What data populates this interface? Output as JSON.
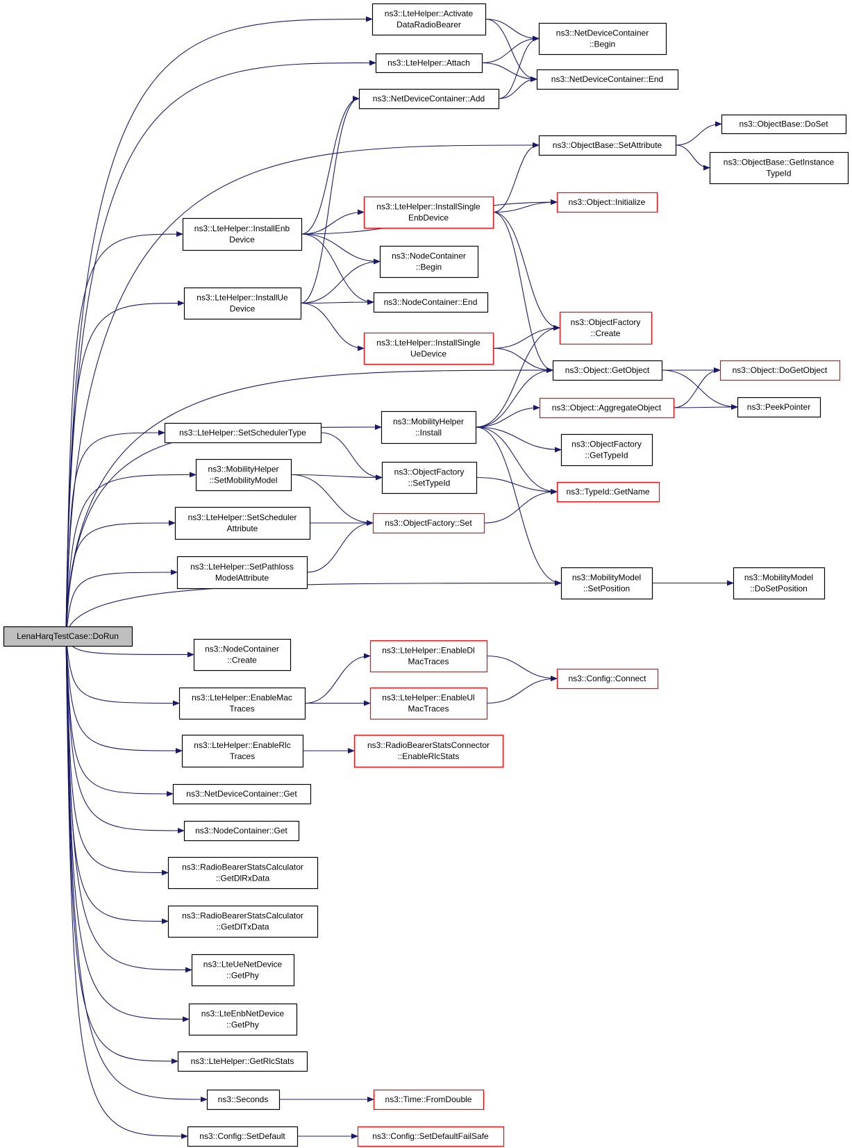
{
  "graph": {
    "edge_color": "#191970",
    "nodes": [
      {
        "id": "root",
        "lines": [
          "LenaHarqTestCase::DoRun"
        ],
        "style": "root"
      },
      {
        "id": "activate",
        "lines": [
          "ns3::LteHelper::Activate",
          "DataRadioBearer"
        ],
        "style": "normal"
      },
      {
        "id": "attach",
        "lines": [
          "ns3::LteHelper::Attach"
        ],
        "style": "normal"
      },
      {
        "id": "ndcAdd",
        "lines": [
          "ns3::NetDeviceContainer::Add"
        ],
        "style": "normal"
      },
      {
        "id": "ndcBegin",
        "lines": [
          "ns3::NetDeviceContainer",
          "::Begin"
        ],
        "style": "normal"
      },
      {
        "id": "ndcEnd",
        "lines": [
          "ns3::NetDeviceContainer::End"
        ],
        "style": "normal"
      },
      {
        "id": "obDoSet",
        "lines": [
          "ns3::ObjectBase::DoSet"
        ],
        "style": "normal"
      },
      {
        "id": "obSetAttr",
        "lines": [
          "ns3::ObjectBase::SetAttribute"
        ],
        "style": "normal"
      },
      {
        "id": "obGetInst",
        "lines": [
          "ns3::ObjectBase::GetInstance",
          "TypeId"
        ],
        "style": "normal"
      },
      {
        "id": "objInit",
        "lines": [
          "ns3::Object::Initialize"
        ],
        "style": "red"
      },
      {
        "id": "instSingleEnb",
        "lines": [
          "ns3::LteHelper::InstallSingle",
          "EnbDevice"
        ],
        "style": "red"
      },
      {
        "id": "instEnb",
        "lines": [
          "ns3::LteHelper::InstallEnb",
          "Device"
        ],
        "style": "normal"
      },
      {
        "id": "ncBegin",
        "lines": [
          "ns3::NodeContainer",
          "::Begin"
        ],
        "style": "normal"
      },
      {
        "id": "ncEnd",
        "lines": [
          "ns3::NodeContainer::End"
        ],
        "style": "normal"
      },
      {
        "id": "instUe",
        "lines": [
          "ns3::LteHelper::InstallUe",
          "Device"
        ],
        "style": "normal"
      },
      {
        "id": "ofCreate",
        "lines": [
          "ns3::ObjectFactory",
          "::Create"
        ],
        "style": "red"
      },
      {
        "id": "instSingleUe",
        "lines": [
          "ns3::LteHelper::InstallSingle",
          "UeDevice"
        ],
        "style": "red"
      },
      {
        "id": "objGetObject",
        "lines": [
          "ns3::Object::GetObject"
        ],
        "style": "normal"
      },
      {
        "id": "objDoGetObject",
        "lines": [
          "ns3::Object::DoGetObject"
        ],
        "style": "red"
      },
      {
        "id": "mhInstall",
        "lines": [
          "ns3::MobilityHelper",
          "::Install"
        ],
        "style": "normal"
      },
      {
        "id": "objAggregate",
        "lines": [
          "ns3::Object::AggregateObject"
        ],
        "style": "red"
      },
      {
        "id": "peekPointer",
        "lines": [
          "ns3::PeekPointer"
        ],
        "style": "normal"
      },
      {
        "id": "setSchedType",
        "lines": [
          "ns3::LteHelper::SetSchedulerType"
        ],
        "style": "normal"
      },
      {
        "id": "ofGetTypeId",
        "lines": [
          "ns3::ObjectFactory",
          "::GetTypeId"
        ],
        "style": "normal"
      },
      {
        "id": "mhSetMobModel",
        "lines": [
          "ns3::MobilityHelper",
          "::SetMobilityModel"
        ],
        "style": "normal"
      },
      {
        "id": "ofSetTypeId",
        "lines": [
          "ns3::ObjectFactory",
          "::SetTypeId"
        ],
        "style": "normal"
      },
      {
        "id": "typeIdGetName",
        "lines": [
          "ns3::TypeId::GetName"
        ],
        "style": "red"
      },
      {
        "id": "setSchedAttr",
        "lines": [
          "ns3::LteHelper::SetScheduler",
          "Attribute"
        ],
        "style": "normal"
      },
      {
        "id": "ofSet",
        "lines": [
          "ns3::ObjectFactory::Set"
        ],
        "style": "red"
      },
      {
        "id": "setPathloss",
        "lines": [
          "ns3::LteHelper::SetPathloss",
          "ModelAttribute"
        ],
        "style": "normal"
      },
      {
        "id": "mmSetPos",
        "lines": [
          "ns3::MobilityModel",
          "::SetPosition"
        ],
        "style": "normal"
      },
      {
        "id": "mmDoSetPos",
        "lines": [
          "ns3::MobilityModel",
          "::DoSetPosition"
        ],
        "style": "normal"
      },
      {
        "id": "ncCreate",
        "lines": [
          "ns3::NodeContainer",
          "::Create"
        ],
        "style": "normal"
      },
      {
        "id": "enableDl",
        "lines": [
          "ns3::LteHelper::EnableDl",
          "MacTraces"
        ],
        "style": "red"
      },
      {
        "id": "cfgConnect",
        "lines": [
          "ns3::Config::Connect"
        ],
        "style": "red"
      },
      {
        "id": "enableMac",
        "lines": [
          "ns3::LteHelper::EnableMac",
          "Traces"
        ],
        "style": "normal"
      },
      {
        "id": "enableUl",
        "lines": [
          "ns3::LteHelper::EnableUl",
          "MacTraces"
        ],
        "style": "red"
      },
      {
        "id": "enableRlc",
        "lines": [
          "ns3::LteHelper::EnableRlc",
          "Traces"
        ],
        "style": "normal"
      },
      {
        "id": "rbsEnableRlc",
        "lines": [
          "ns3::RadioBearerStatsConnector",
          "::EnableRlcStats"
        ],
        "style": "red"
      },
      {
        "id": "ndcGet",
        "lines": [
          "ns3::NetDeviceContainer::Get"
        ],
        "style": "normal"
      },
      {
        "id": "ncGet",
        "lines": [
          "ns3::NodeContainer::Get"
        ],
        "style": "normal"
      },
      {
        "id": "getDlRx",
        "lines": [
          "ns3::RadioBearerStatsCalculator",
          "::GetDlRxData"
        ],
        "style": "normal"
      },
      {
        "id": "getDlTx",
        "lines": [
          "ns3::RadioBearerStatsCalculator",
          "::GetDlTxData"
        ],
        "style": "normal"
      },
      {
        "id": "ueGetPhy",
        "lines": [
          "ns3::LteUeNetDevice",
          "::GetPhy"
        ],
        "style": "normal"
      },
      {
        "id": "enbGetPhy",
        "lines": [
          "ns3::LteEnbNetDevice",
          "::GetPhy"
        ],
        "style": "normal"
      },
      {
        "id": "getRlcStats",
        "lines": [
          "ns3::LteHelper::GetRlcStats"
        ],
        "style": "normal"
      },
      {
        "id": "seconds",
        "lines": [
          "ns3::Seconds"
        ],
        "style": "normal"
      },
      {
        "id": "fromDouble",
        "lines": [
          "ns3::Time::FromDouble"
        ],
        "style": "red"
      },
      {
        "id": "cfgSetDefault",
        "lines": [
          "ns3::Config::SetDefault"
        ],
        "style": "normal"
      },
      {
        "id": "cfgSetDefaultFS",
        "lines": [
          "ns3::Config::SetDefaultFailSafe"
        ],
        "style": "red"
      }
    ],
    "edges": [
      [
        "root",
        "activate"
      ],
      [
        "root",
        "attach"
      ],
      [
        "root",
        "obSetAttr"
      ],
      [
        "root",
        "instEnb"
      ],
      [
        "root",
        "instUe"
      ],
      [
        "root",
        "objGetObject"
      ],
      [
        "root",
        "mhInstall"
      ],
      [
        "root",
        "setSchedType"
      ],
      [
        "root",
        "mhSetMobModel"
      ],
      [
        "root",
        "setSchedAttr"
      ],
      [
        "root",
        "setPathloss"
      ],
      [
        "root",
        "mmSetPos"
      ],
      [
        "root",
        "ncCreate"
      ],
      [
        "root",
        "enableMac"
      ],
      [
        "root",
        "enableRlc"
      ],
      [
        "root",
        "ndcGet"
      ],
      [
        "root",
        "ncGet"
      ],
      [
        "root",
        "getDlRx"
      ],
      [
        "root",
        "getDlTx"
      ],
      [
        "root",
        "ueGetPhy"
      ],
      [
        "root",
        "enbGetPhy"
      ],
      [
        "root",
        "getRlcStats"
      ],
      [
        "root",
        "seconds"
      ],
      [
        "root",
        "cfgSetDefault"
      ],
      [
        "activate",
        "ndcBegin"
      ],
      [
        "activate",
        "ndcEnd"
      ],
      [
        "attach",
        "ndcBegin"
      ],
      [
        "attach",
        "ndcEnd"
      ],
      [
        "ndcAdd",
        "ndcBegin"
      ],
      [
        "ndcAdd",
        "ndcEnd"
      ],
      [
        "obSetAttr",
        "obDoSet"
      ],
      [
        "obSetAttr",
        "obGetInst"
      ],
      [
        "instEnb",
        "ndcAdd"
      ],
      [
        "instEnb",
        "objInit"
      ],
      [
        "instEnb",
        "instSingleEnb"
      ],
      [
        "instEnb",
        "ncBegin"
      ],
      [
        "instEnb",
        "ncEnd"
      ],
      [
        "instUe",
        "ndcAdd"
      ],
      [
        "instUe",
        "ncBegin"
      ],
      [
        "instUe",
        "ncEnd"
      ],
      [
        "instUe",
        "instSingleUe"
      ],
      [
        "instSingleEnb",
        "obSetAttr"
      ],
      [
        "instSingleEnb",
        "objInit"
      ],
      [
        "instSingleEnb",
        "ofCreate"
      ],
      [
        "instSingleEnb",
        "objGetObject"
      ],
      [
        "instSingleUe",
        "ofCreate"
      ],
      [
        "instSingleUe",
        "objGetObject"
      ],
      [
        "objGetObject",
        "objDoGetObject"
      ],
      [
        "objGetObject",
        "peekPointer"
      ],
      [
        "mhInstall",
        "ofCreate"
      ],
      [
        "mhInstall",
        "objGetObject"
      ],
      [
        "mhInstall",
        "objAggregate"
      ],
      [
        "mhInstall",
        "ofGetTypeId"
      ],
      [
        "mhInstall",
        "typeIdGetName"
      ],
      [
        "mhInstall",
        "mmSetPos"
      ],
      [
        "objAggregate",
        "objDoGetObject"
      ],
      [
        "objAggregate",
        "peekPointer"
      ],
      [
        "setSchedType",
        "ofSetTypeId"
      ],
      [
        "mhSetMobModel",
        "ofSetTypeId"
      ],
      [
        "mhSetMobModel",
        "ofSet"
      ],
      [
        "ofSetTypeId",
        "typeIdGetName"
      ],
      [
        "setSchedAttr",
        "ofSet"
      ],
      [
        "setPathloss",
        "ofSet"
      ],
      [
        "ofSet",
        "typeIdGetName"
      ],
      [
        "mmSetPos",
        "mmDoSetPos"
      ],
      [
        "enableMac",
        "enableDl"
      ],
      [
        "enableMac",
        "enableUl"
      ],
      [
        "enableDl",
        "cfgConnect"
      ],
      [
        "enableUl",
        "cfgConnect"
      ],
      [
        "enableRlc",
        "rbsEnableRlc"
      ],
      [
        "seconds",
        "fromDouble"
      ],
      [
        "cfgSetDefault",
        "cfgSetDefaultFS"
      ]
    ]
  }
}
